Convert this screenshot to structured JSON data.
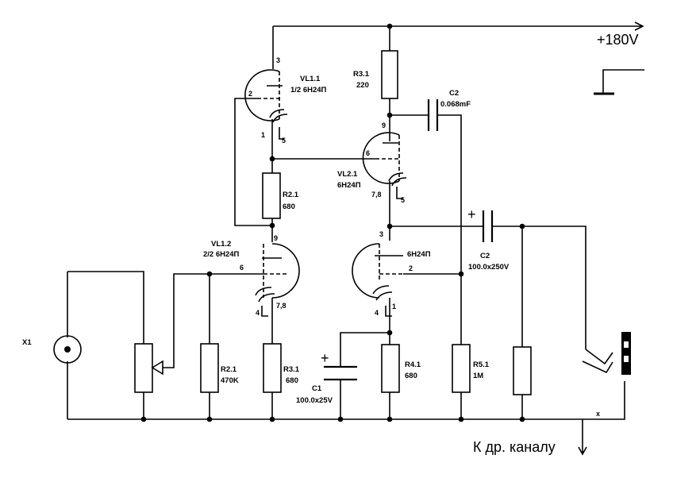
{
  "supply_label": "+180V",
  "output_label": "К др. каналу",
  "components": {
    "x1": "X1",
    "vl11_a": "VL1.1",
    "vl11_b": "1/2 6Н24П",
    "vl12_a": "VL1.2",
    "vl12_b": "2/2 6Н24П",
    "vl21_a": "VL2.1",
    "vl21_b": "6Н24П",
    "vl22": "6Н24П",
    "r31_top_a": "R3.1",
    "r31_top_b": "220",
    "r21_cath_a": "R2.1",
    "r21_cath_b": "680",
    "r21_grid_a": "R2.1",
    "r21_grid_b": "470K",
    "r31_bot_a": "R3.1",
    "r31_bot_b": "680",
    "r41_a": "R4.1",
    "r41_b": "680",
    "r51_a": "R5.1",
    "r51_b": "1M",
    "c2_top_a": "C2",
    "c2_top_b": "0.068mF",
    "c2_out_a": "C2",
    "c2_out_b": "100.0x250V",
    "c1_a": "C1",
    "c1_b": "100.0x25V",
    "plus": "+",
    "jack_x": "x"
  },
  "pins": {
    "vl11_anode": "3",
    "vl11_grid": "2",
    "vl11_cath": "1",
    "vl11_heat": "5",
    "vl21_anode": "9",
    "vl21_grid": "6",
    "vl21_cath": "7,8",
    "vl21_heat": "5",
    "vl12_anode": "9",
    "vl12_grid": "6",
    "vl12_cath": "7,8",
    "vl12_heat": "4",
    "vl22_anode": "3",
    "vl22_grid": "2",
    "vl22_cath": "1",
    "vl22_heat": "4"
  }
}
